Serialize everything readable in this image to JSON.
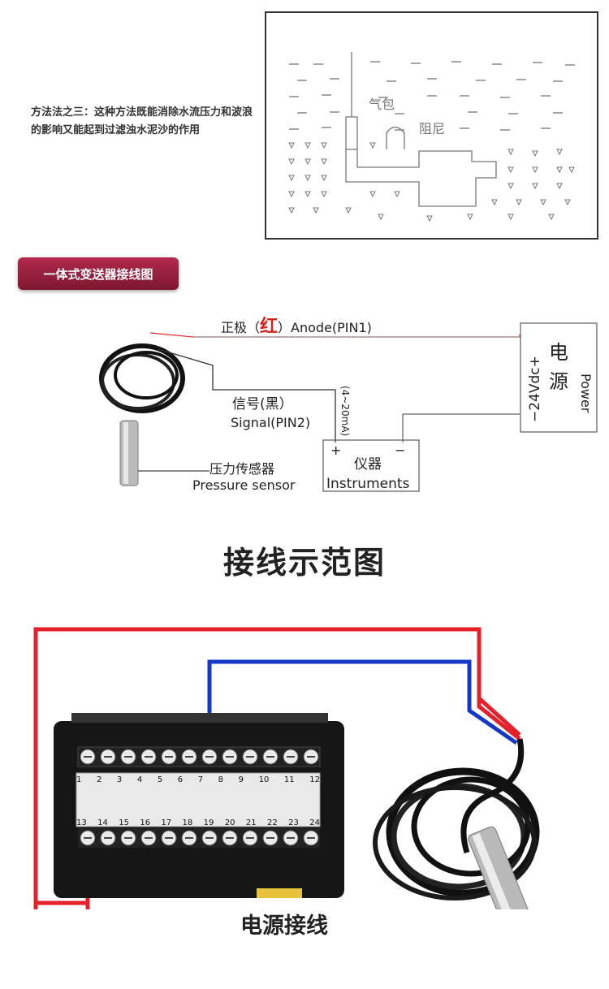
{
  "method_text": "方法法之三：这种方法既能消除水流压力和波浪的影响又能起到过滤浊水泥沙的作用",
  "bubble_labels": {
    "air_bag": "气包",
    "damping": "阻尼"
  },
  "banner": "一体式变送器接线图",
  "wiring": {
    "anode_prefix": "正极（",
    "anode_red": "红",
    "anode_suffix": "）Anode(PIN1)",
    "signal_cn": "信号(黑）",
    "signal_en": "Signal(PIN2)",
    "current": "(4~20mA)",
    "sensor_cn": "压力传感器",
    "sensor_en": "Pressure sensor",
    "instrument_cn": "仪器",
    "instrument_en": "Instruments",
    "plus": "+",
    "minus": "−",
    "power_voltage": "−24Vdc+",
    "power_cn": "电源",
    "power_en": "Power"
  },
  "title2": "接线示范图",
  "terminals_top": [
    "1",
    "2",
    "3",
    "4",
    "5",
    "6",
    "7",
    "8",
    "9",
    "10",
    "11",
    "12"
  ],
  "terminals_bottom": [
    "13",
    "14",
    "15",
    "16",
    "17",
    "18",
    "19",
    "20",
    "21",
    "22",
    "23",
    "24"
  ],
  "power_wiring_label": "电源接线",
  "colors": {
    "red_wire": "#e4202a",
    "blue_wire": "#1438c8",
    "banner": "#9e2040"
  }
}
